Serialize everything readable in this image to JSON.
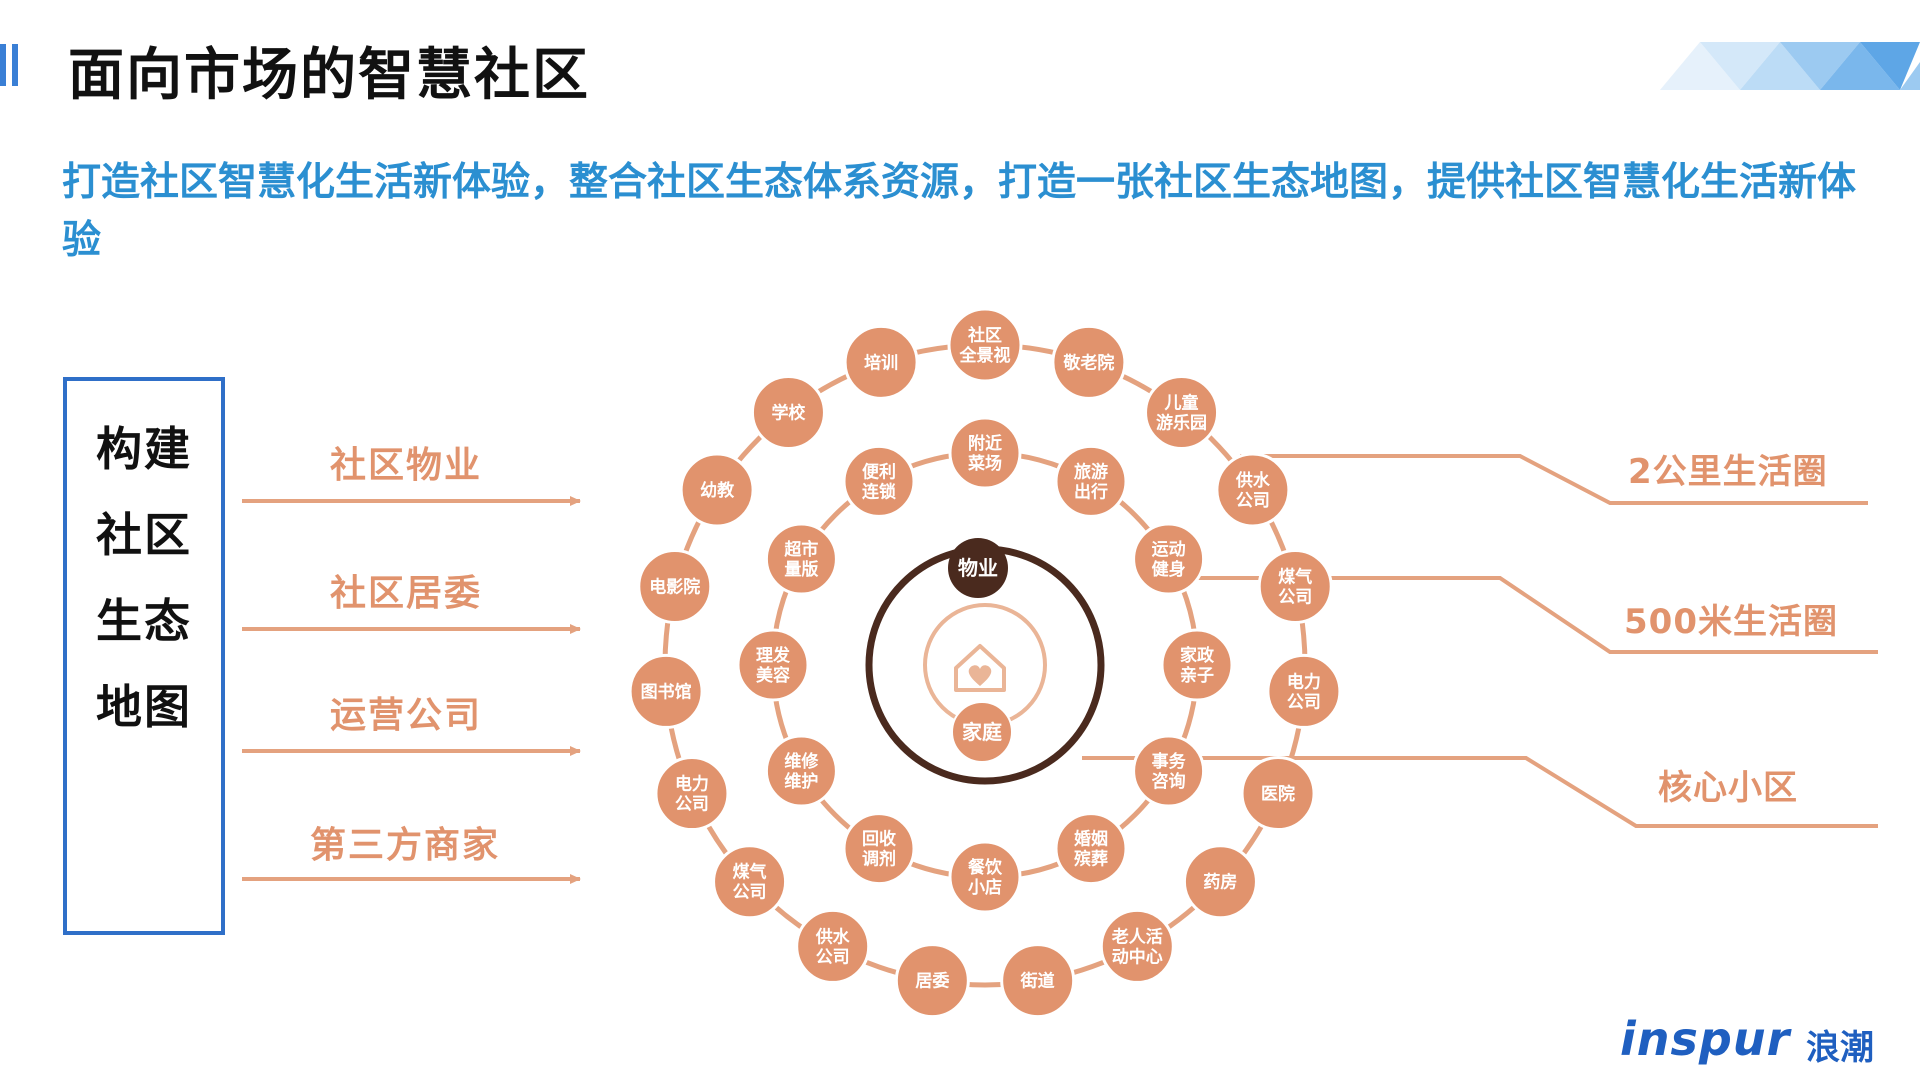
{
  "title": "面向市场的智慧社区",
  "subtitle": "打造社区智慧化生活新体验，整合社区生态体系资源，打造一张社区生态地图，提供社区智慧化生活新体验",
  "left_box": [
    "构建",
    "社区",
    "生态",
    "地图"
  ],
  "categories": [
    "社区物业",
    "社区居委",
    "运营公司",
    "第三方商家"
  ],
  "ring_labels": [
    "2公里生活圈",
    "500米生活圈",
    "核心小区"
  ],
  "center": {
    "property": "物业",
    "family": "家庭",
    "house_icon": "house-heart-icon"
  },
  "outer_ring": [
    [
      "社区",
      "全景视"
    ],
    [
      "敬老院"
    ],
    [
      "儿童",
      "游乐园"
    ],
    [
      "供水",
      "公司"
    ],
    [
      "煤气",
      "公司"
    ],
    [
      "电力",
      "公司"
    ],
    [
      "医院"
    ],
    [
      "药房"
    ],
    [
      "老人活",
      "动中心"
    ],
    [
      "街道"
    ],
    [
      "居委"
    ],
    [
      "供水",
      "公司"
    ],
    [
      "煤气",
      "公司"
    ],
    [
      "电力",
      "公司"
    ],
    [
      "图书馆"
    ],
    [
      "电影院"
    ],
    [
      "幼教"
    ],
    [
      "学校"
    ],
    [
      "培训"
    ]
  ],
  "inner_ring": [
    [
      "旅游",
      "出行"
    ],
    [
      "运动",
      "健身"
    ],
    [
      "家政",
      "亲子"
    ],
    [
      "事务",
      "咨询"
    ],
    [
      "婚姻",
      "殡葬"
    ],
    [
      "餐饮",
      "小店"
    ],
    [
      "回收",
      "调剂"
    ],
    [
      "维修",
      "维护"
    ],
    [
      "理发",
      "美容"
    ],
    [
      "超市",
      "量版"
    ],
    [
      "便利",
      "连锁"
    ],
    [
      "附近",
      "菜场"
    ]
  ],
  "logo": {
    "text": "inspur",
    "cn": "浪潮"
  },
  "colors": {
    "node": "#e1936d",
    "node_stroke": "#eaa886",
    "ring": "#e4a27f",
    "core": "#4a2a1e",
    "title_blue": "#2b8fd1",
    "box_blue": "#2f6fc8"
  }
}
